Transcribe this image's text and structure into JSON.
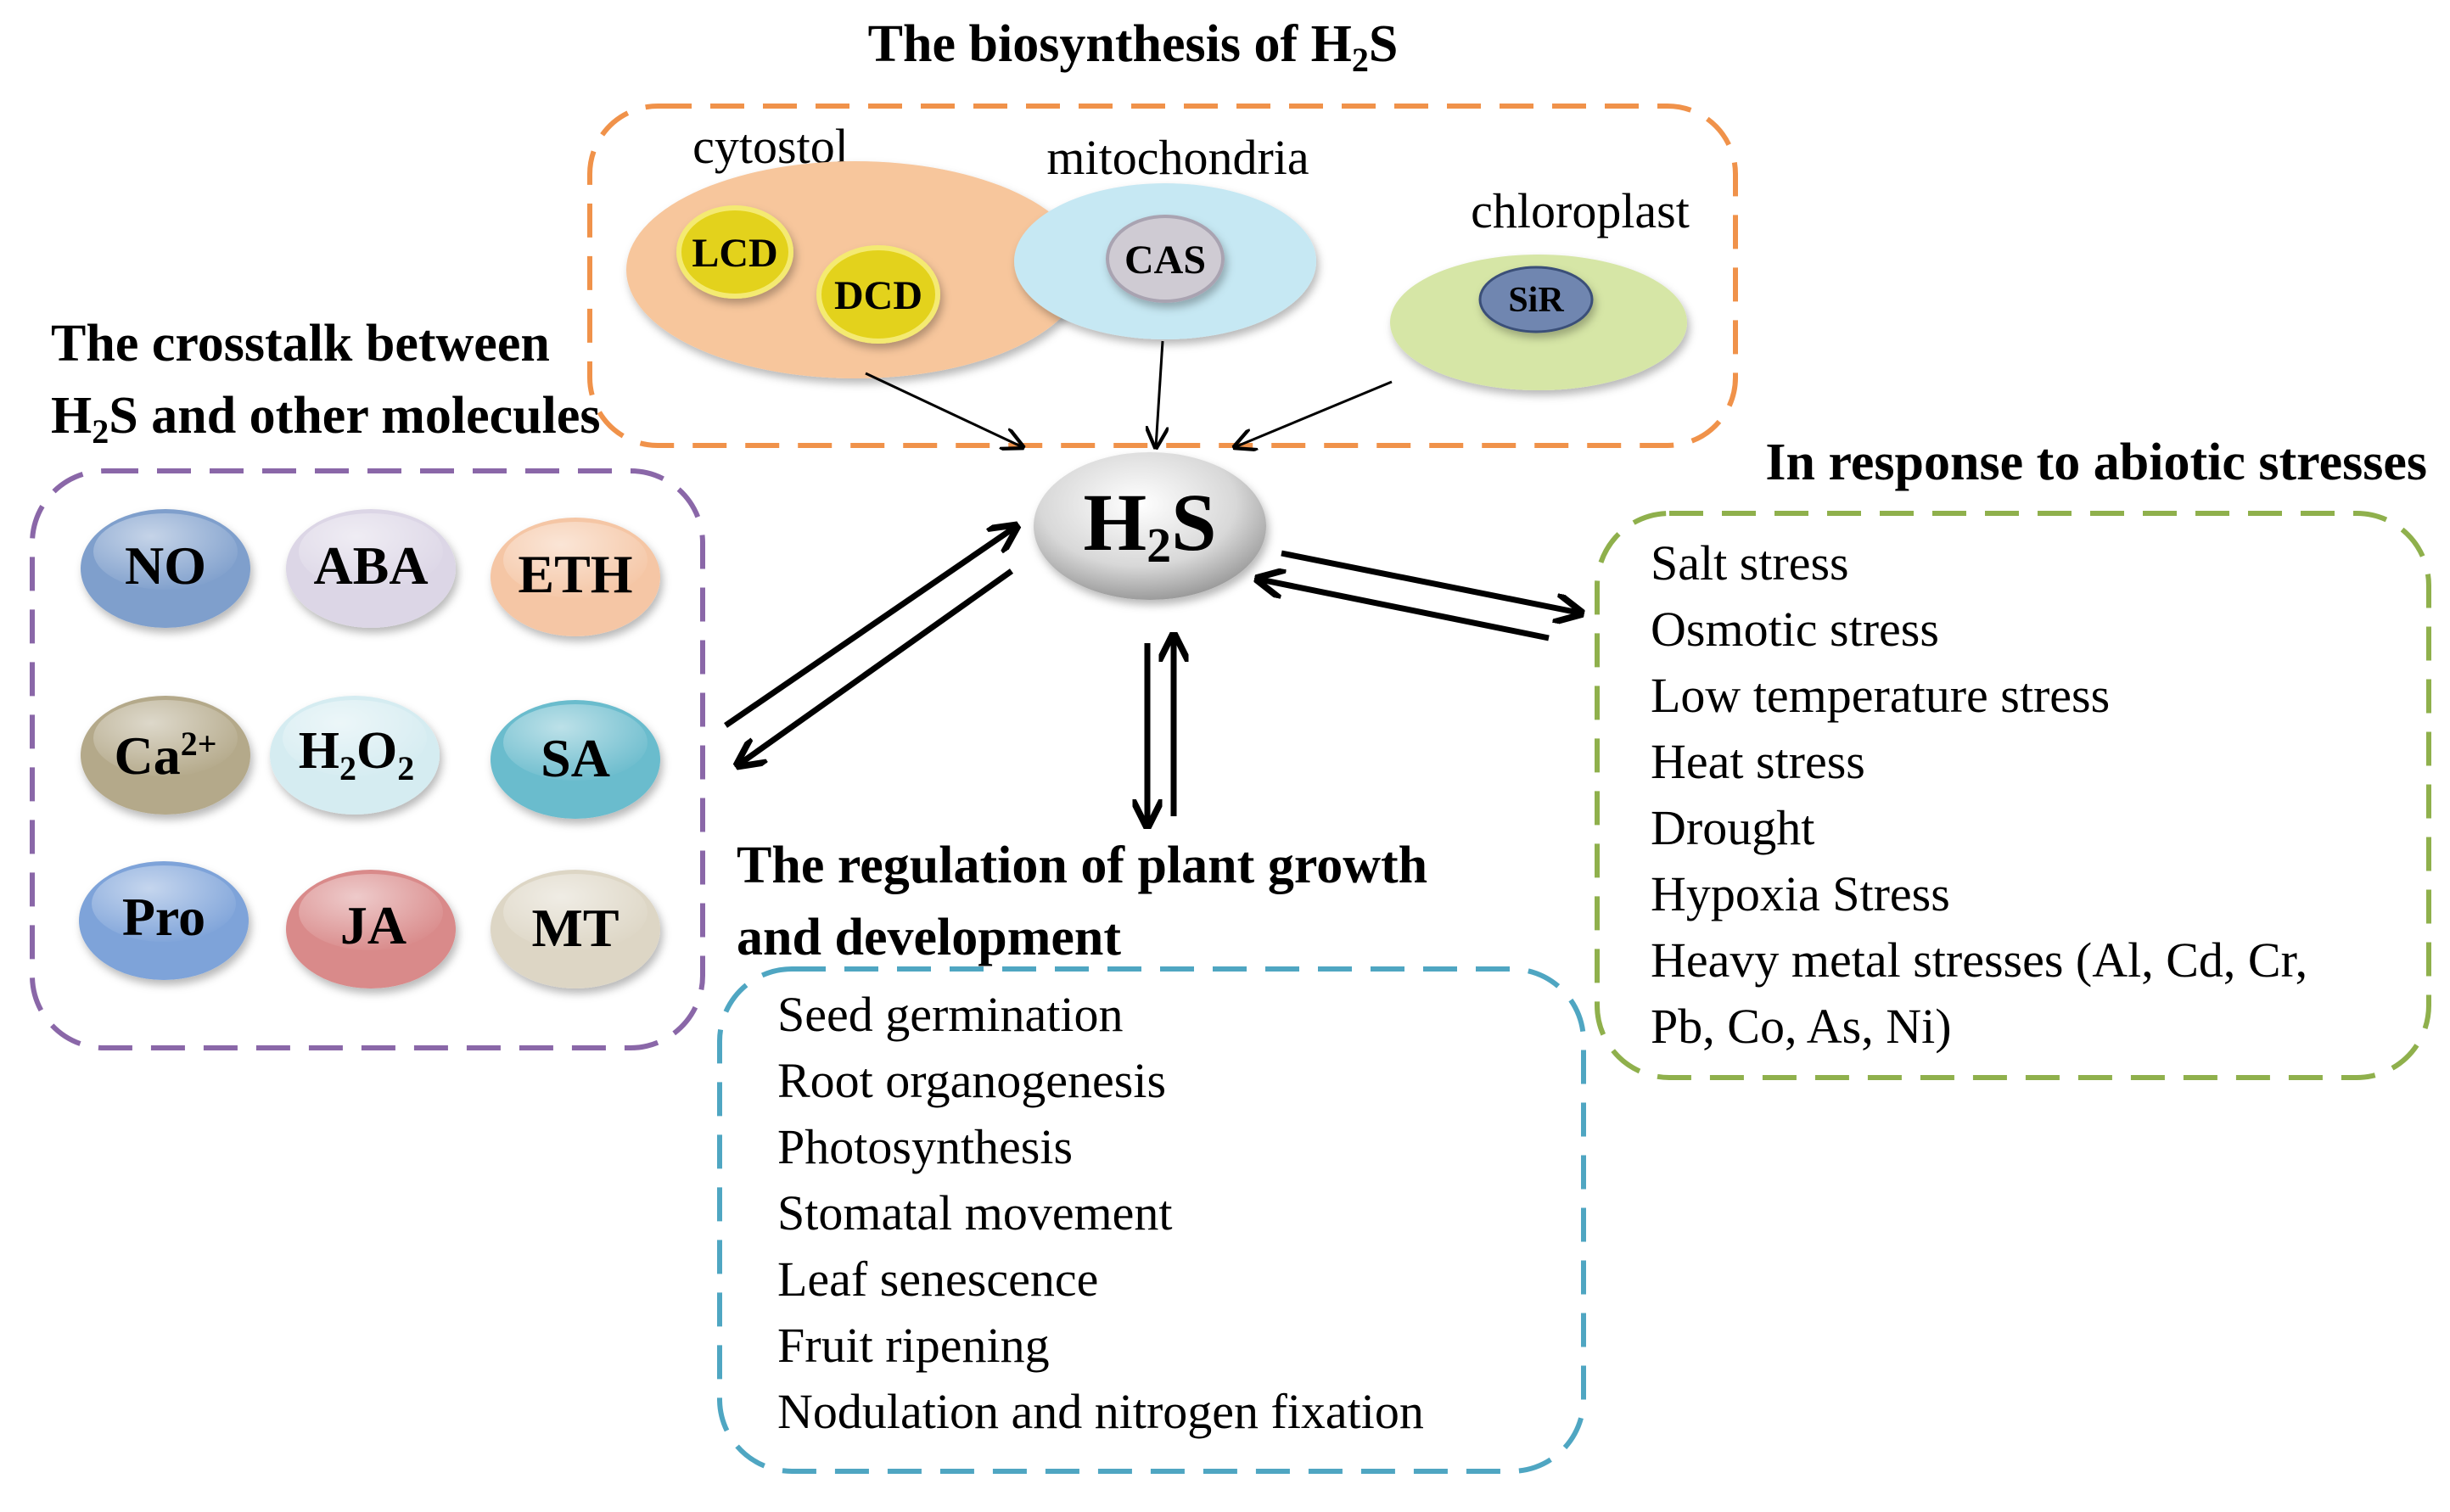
{
  "biosynthesis": {
    "title_main": "The biosynthesis of H",
    "title_sub": "2",
    "title_end": "S",
    "cytosol": {
      "label": "cytostol",
      "enzymes": [
        "LCD",
        "DCD"
      ]
    },
    "mitochondria": {
      "label": "mitochondria",
      "enzyme": "CAS"
    },
    "chloroplast": {
      "label": "chloroplast",
      "enzyme": "SiR"
    }
  },
  "center": {
    "main": "H",
    "sub": "2",
    "end": "S"
  },
  "crosstalk": {
    "title_line1": "The crosstalk between",
    "title_line2_pre": "H",
    "title_line2_sub": "2",
    "title_line2_post": "S and other molecules",
    "molecules": {
      "no": "NO",
      "aba": "ABA",
      "eth": "ETH",
      "ca_base": "Ca",
      "ca_sup": "2+",
      "h2o2_h": "H",
      "h2o2_sub1": "2",
      "h2o2_o": "O",
      "h2o2_sub2": "2",
      "sa": "SA",
      "pro": "Pro",
      "ja": "JA",
      "mt": "MT"
    },
    "colors": {
      "border": "#8a67a8",
      "no": "#7f9fcc",
      "aba": "#dcd6e6",
      "eth": "#f5c6a5",
      "ca": "#b4a98a",
      "h2o2": "#d5ecf1",
      "sa": "#6bbccd",
      "pro": "#7ea3d9",
      "ja": "#d98a8a",
      "mt": "#ddd6c5"
    }
  },
  "abiotic": {
    "title": "In response to abiotic stresses",
    "items": [
      "Salt stress",
      "Osmotic stress",
      "Low temperature stress",
      "Heat stress",
      "Drought",
      "Hypoxia Stress",
      "Heavy metal stresses (Al, Cd, Cr,",
      "Pb, Co, As, Ni)"
    ],
    "border": "#8fb04c"
  },
  "growth": {
    "title_line1": "The regulation of plant growth",
    "title_line2": "and development",
    "items": [
      "Seed germination",
      "Root organogenesis",
      "Photosynthesis",
      "Stomatal movement",
      "Leaf senescence",
      "Fruit ripening",
      "Nodulation and nitrogen fixation"
    ],
    "border": "#4fa6c2"
  },
  "colors": {
    "biosynthesis_border": "#f0924a",
    "cytosol": "#f7c69c",
    "mitochondria": "#c6e8f3",
    "chloroplast": "#d6e6a6",
    "enzyme_yellow": "#e3d21c",
    "cas": "#cfcbd3",
    "sir": "#6f86b0"
  }
}
